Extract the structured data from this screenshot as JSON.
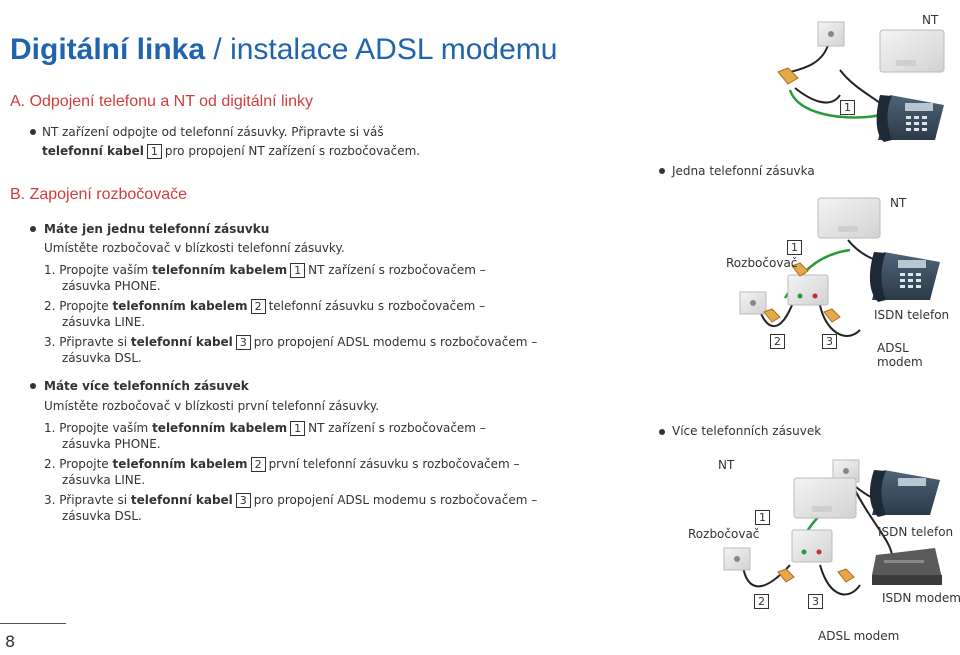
{
  "title": {
    "part1": "Digitální linka",
    "separator": "/",
    "part2": "instalace ADSL modemu"
  },
  "section_a": {
    "heading": "A. Odpojení telefonu a NT od digitální linky",
    "bullet_line1": "NT zařízení odpojte od telefonní zásuvky. Připravte si váš",
    "bullet_line2_pre": "telefonní kabel",
    "bullet_line2_badge": "1",
    "bullet_line2_post": "pro propojení NT zařízení s rozbočovačem."
  },
  "section_b": {
    "heading": "B. Zapojení rozbočovače",
    "single": {
      "title": "Máte jen jednu telefonní zásuvku",
      "intro": "Umístěte rozbočovač v blízkosti telefonní zásuvky.",
      "step1_pre": "1. Propojte vaším",
      "step1_bold": "telefonním kabelem",
      "step1_badge": "1",
      "step1_post": "NT zařízení s rozbočovačem –",
      "step1_line2": "zásuvka PHONE.",
      "step2_pre": "2. Propojte",
      "step2_bold": "telefonním kabelem",
      "step2_badge": "2",
      "step2_post": "telefonní zásuvku s rozbočovačem –",
      "step2_line2": "zásuvka LINE.",
      "step3_pre": "3. Připravte si",
      "step3_bold": "telefonní kabel",
      "step3_badge": "3",
      "step3_post": "pro propojení ADSL modemu s rozbočovačem –",
      "step3_line2": "zásuvka DSL."
    },
    "multiple": {
      "title": "Máte více telefonních zásuvek",
      "intro": "Umístěte rozbočovač v blízkosti první telefonní zásuvky.",
      "step1_pre": "1. Propojte vaším",
      "step1_bold": "telefonním kabelem",
      "step1_badge": "1",
      "step1_post": "NT zařízení s rozbočovačem –",
      "step1_line2": "zásuvka PHONE.",
      "step2_pre": "2. Propojte",
      "step2_bold": "telefonním kabelem",
      "step2_badge": "2",
      "step2_post": "první telefonní zásuvku s rozbočovačem –",
      "step2_line2": "zásuvka LINE.",
      "step3_pre": "3. Připravte si",
      "step3_bold": "telefonní kabel",
      "step3_badge": "3",
      "step3_post": "pro propojení ADSL modemu s rozbočovačem –",
      "step3_line2": "zásuvka DSL."
    }
  },
  "diagrams": {
    "top": {
      "nt": "NT",
      "badge1": "1"
    },
    "single_title": "Jedna telefonní zásuvka",
    "single": {
      "nt": "NT",
      "splitter": "Rozbočovač",
      "badge1": "1",
      "badge2": "2",
      "badge3": "3",
      "isdn_phone": "ISDN telefon",
      "adsl_line1": "ADSL",
      "adsl_line2": "modem"
    },
    "multiple_title": "Více telefonních zásuvek",
    "multiple": {
      "nt": "NT",
      "splitter": "Rozbočovač",
      "badge1": "1",
      "badge2": "2",
      "badge3": "3",
      "isdn_phone": "ISDN telefon",
      "isdn_modem": "ISDN modem",
      "adsl_modem": "ADSL modem"
    }
  },
  "page_number": "8",
  "colors": {
    "blue": "#1f64ad",
    "red": "#d23c3c",
    "text": "#333333"
  }
}
